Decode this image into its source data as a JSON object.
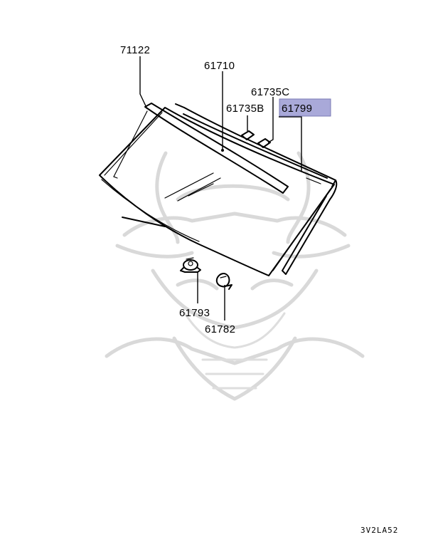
{
  "diagram": {
    "labels": {
      "part_71122": "71122",
      "part_61710": "61710",
      "part_61735C": "61735C",
      "part_61735B": "61735B",
      "part_61799": "61799",
      "part_61793": "61793",
      "part_61782": "61782"
    },
    "highlight_color": "#a9a9d9",
    "reference_code": "3V2LA52",
    "watermark_icon": "samurai-helmet-watermark"
  }
}
